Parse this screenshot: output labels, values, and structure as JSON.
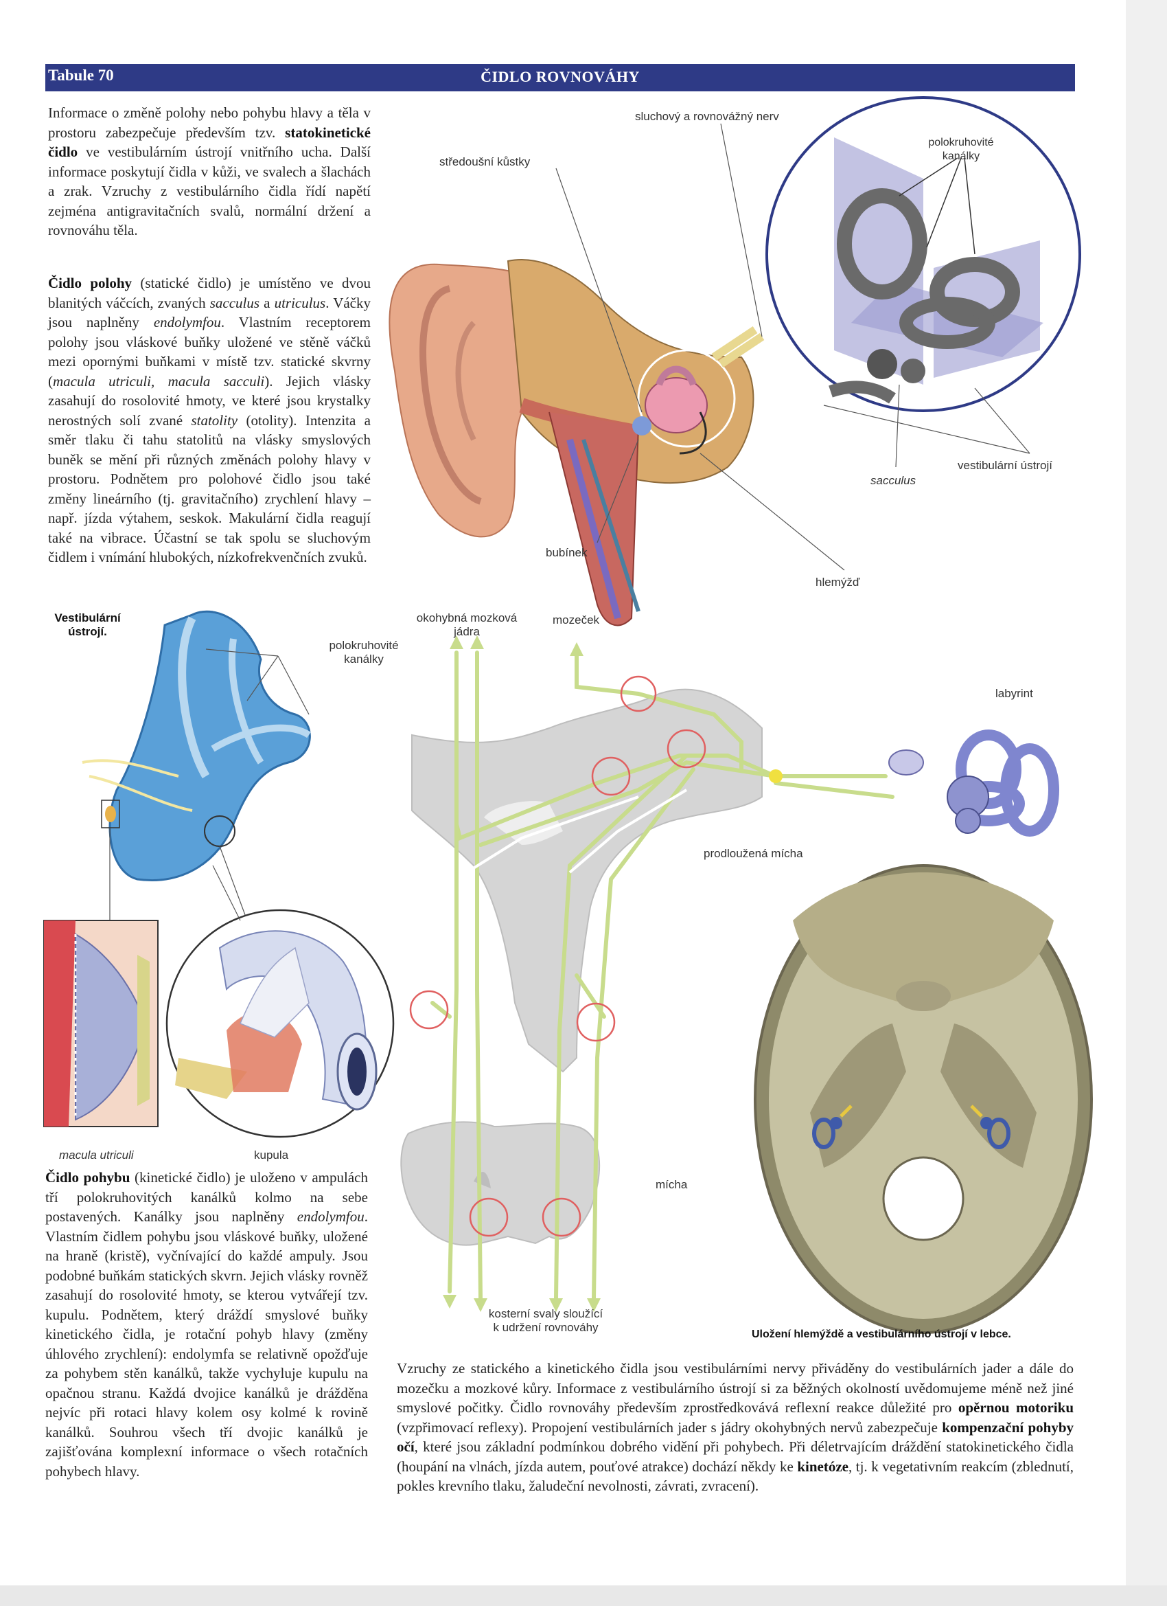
{
  "header": {
    "tab_label": "Tabule 70",
    "title": "ČIDLO ROVNOVÁHY"
  },
  "paragraphs": {
    "intro_1": "Informace o změně polohy nebo pohybu hlavy a těla v prostoru zabezpečuje především tzv. ",
    "intro_bold": "statokinetické čidlo",
    "intro_2": " ve vestibulárním ústrojí vnitřního ucha. Další informace poskytují čidla v kůži, ve svalech a šlachách a zrak. Vzruchy z vestibulárního čidla řídí napětí zejména antigravitačních svalů, normální držení a rovnováhu těla.",
    "position_bold": "Čidlo polohy",
    "position_1": " (statické čidlo) je umístěno ve dvou blanitých váčcích, zvaných ",
    "position_sacculus": "sacculus",
    "position_2": " a ",
    "position_utriculus": "utriculus",
    "position_3": ". Váčky jsou naplněny ",
    "position_endolymfou": "endolymfou",
    "position_4": ". Vlastním receptorem polohy jsou vláskové buňky uložené ve stěně váčků mezi opornými buňkami v místě tzv. statické skvrny (",
    "position_macula": "macula utriculi, macula sacculi",
    "position_5": "). Jejich vlásky zasahují do rosolovité hmoty, ve které jsou krystalky nerostných solí zvané ",
    "position_statolity": "statolity",
    "position_6": " (otolity). Intenzita a směr tlaku či tahu statolitů na vlásky smyslových buněk se mění při různých změnách polohy hlavy v prostoru. Podnětem pro polohové čidlo jsou také změny lineárního (tj. gravitačního) zrychlení hlavy – např. jízda výtahem, seskok. Makulární čidla reagují také na vibrace. Účastní se tak spolu se sluchovým čidlem i vnímání hlubokých, nízkofrekvenčních zvuků.",
    "motion_bold": "Čidlo pohybu",
    "motion_1": " (kinetické čidlo) je uloženo v ampulách tří polokruhovitých kanálků kolmo na sebe postavených. Kanálky jsou naplněny ",
    "motion_endolymfou": "endolymfou",
    "motion_2": ". Vlastním čidlem pohybu jsou vláskové buňky, uložené na hraně (kristě), vyčnívající do každé ampuly. Jsou podobné buňkám statických skvrn. Jejich vlásky rovněž zasahují do rosolovité hmoty, se kterou vytvářejí tzv. kupulu. Podnětem, který dráždí smyslové buňky kinetického čidla, je rotační pohyb hlavy (změny úhlového zrychlení): endolymfa se relativně opožďuje za pohybem stěn kanálků, takže vychyluje kupulu na opačnou stranu. Každá dvojice kanálků je drážděna nejvíc při rotaci hlavy kolem osy kolmé k rovině kanálků. Souhrou všech tří dvojic kanálků je zajišťována komplexní informace o všech rotačních pohybech hlavy.",
    "bottom_1": "Vzruchy ze statického a kinetického čidla jsou vestibulárními nervy přiváděny do vestibulárních jader a dále do mozečku a mozkové kůry. Informace z vestibulárního ústrojí si za běžných okolností uvědomujeme méně než jiné smyslové počitky. Čidlo rovnováhy především zprostředkovává reflexní reakce důležité pro ",
    "bottom_bold_1": "opěrnou motoriku",
    "bottom_2": " (vzpřimovací reflexy). Propojení vestibulárních jader s jádry okohybných nervů zabezpečuje ",
    "bottom_bold_2": "kompenzační pohyby očí",
    "bottom_3": ", které jsou základní podmínkou dobrého vidění při pohybech. Při déletrvajícím dráždění statokinetického čidla (houpání na vlnách, jízda autem, pouťové atrakce) dochází někdy ke ",
    "bottom_bold_3": "kinetóze",
    "bottom_4": ", tj. k vegetativním reakcím (zblednutí, pokles krevního tlaku, žaludeční nevolnosti, závrati, zvracení)."
  },
  "labels": {
    "sluchovy_nerv": "sluchový a rovnovážný nerv",
    "stredousni_kustky": "středoušní kůstky",
    "polokruhovite_top_1": "polokruhovité",
    "polokruhovite_top_2": "kanálky",
    "vestibularni_ustroji": "vestibulární ústrojí",
    "sacculus": "sacculus",
    "bubinek": "bubínek",
    "hlemyzd": "hlemýžď",
    "vestibularni_title_1": "Vestibulární",
    "vestibularni_title_2": "ústrojí.",
    "polokruhovite_left_1": "polokruhovité",
    "polokruhovite_left_2": "kanálky",
    "okohybna_1": "okohybná mozková",
    "okohybna_2": "jádra",
    "mozecek": "mozeček",
    "labyrint": "labyrint",
    "prodlouzena_micha": "prodloužená mícha",
    "micha": "mícha",
    "macula_utriculi": "macula utriculi",
    "kupula": "kupula",
    "kosterni_1": "kosterní svaly sloužící",
    "kosterni_2": "k udržení rovnováhy",
    "lebka_caption": "Uložení hlemýždě a vestibulárního ústrojí v lebce."
  },
  "colors": {
    "header_bar": "#2e3a86",
    "nerve_path": "#c8dc8c",
    "synapse_ring": "#e06060",
    "vestibular_blue": "#5aa0d8"
  }
}
